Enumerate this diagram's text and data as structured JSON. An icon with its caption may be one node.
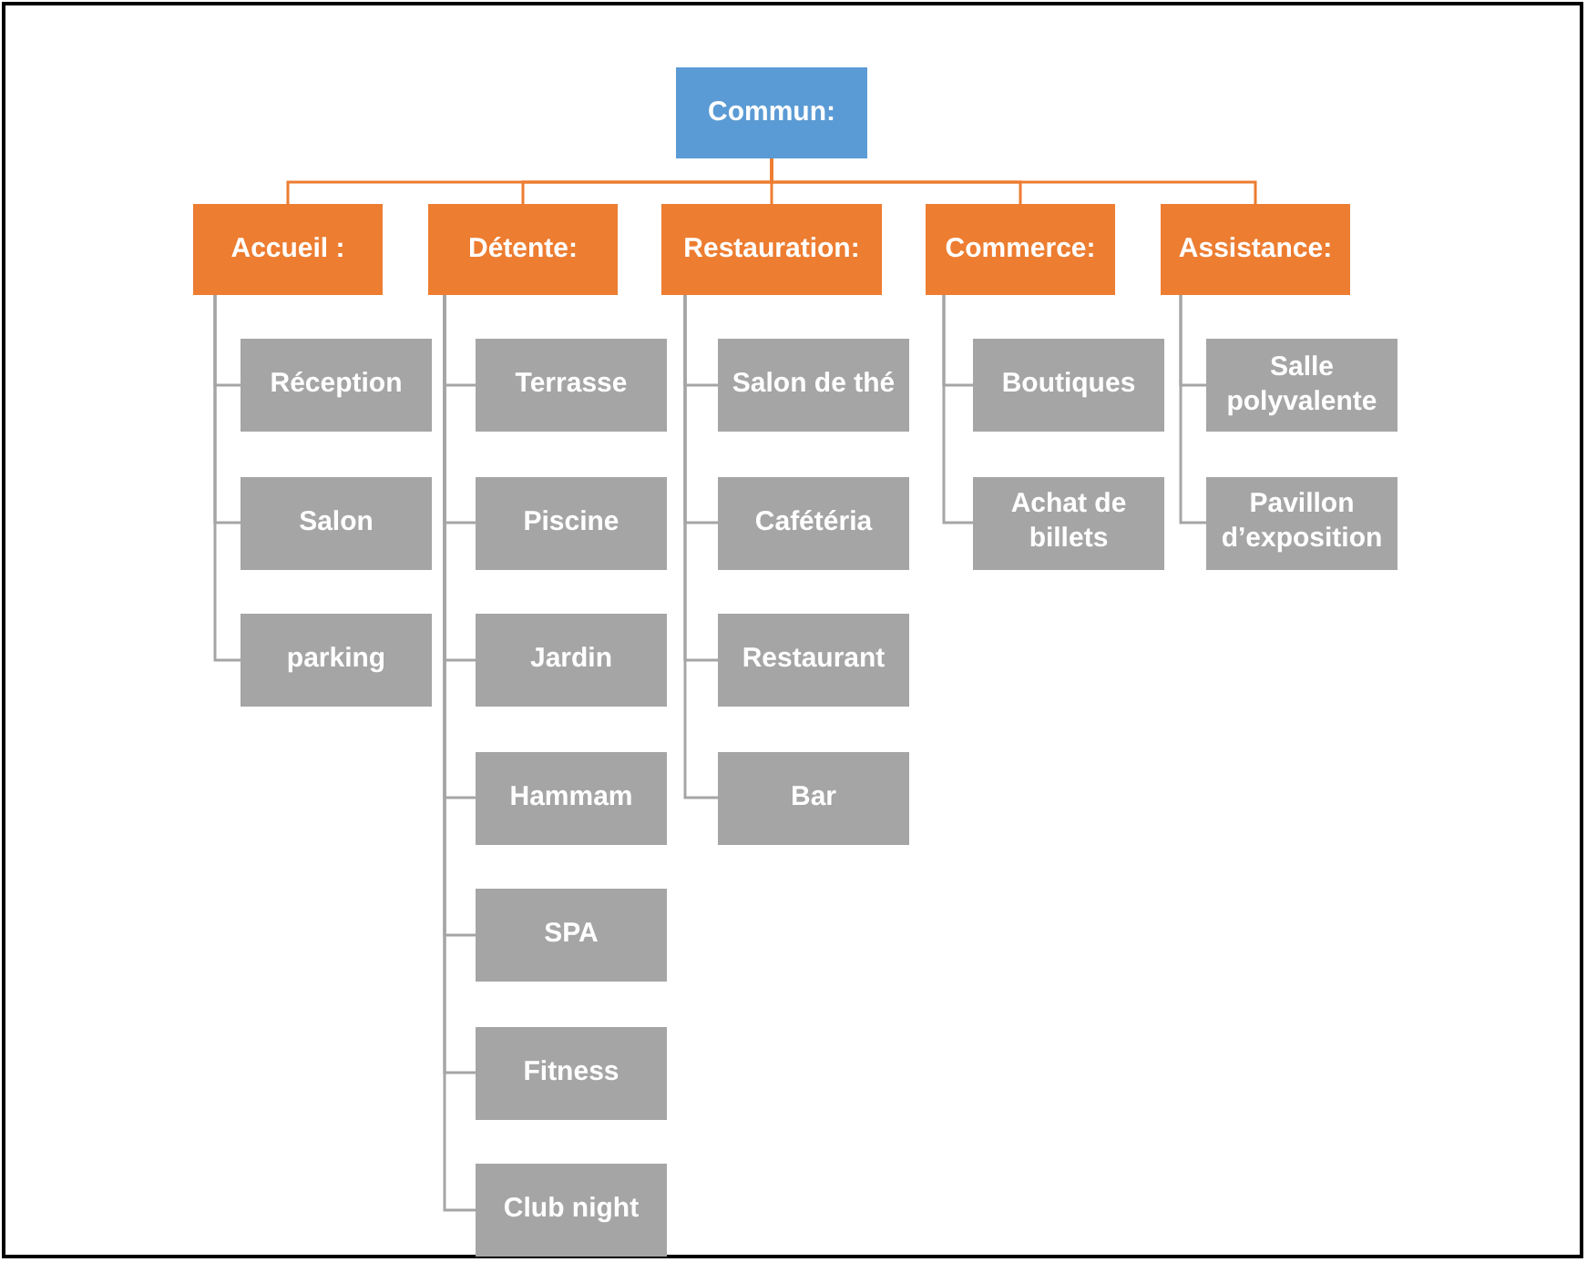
{
  "diagram": {
    "nodes": [
      {
        "text": [
          "Commun:"
        ]
      },
      {
        "text": [
          "Accueil :"
        ]
      },
      {
        "text": [
          "Détente:"
        ]
      },
      {
        "text": [
          "Restauration:"
        ]
      },
      {
        "text": [
          "Commerce:"
        ]
      },
      {
        "text": [
          "Assistance:"
        ]
      },
      {
        "text": [
          "Réception"
        ]
      },
      {
        "text": [
          "Salon"
        ]
      },
      {
        "text": [
          "parking"
        ]
      },
      {
        "text": [
          "Terrasse"
        ]
      },
      {
        "text": [
          "Piscine"
        ]
      },
      {
        "text": [
          "Jardin"
        ]
      },
      {
        "text": [
          "Hammam"
        ]
      },
      {
        "text": [
          "SPA"
        ]
      },
      {
        "text": [
          "Fitness"
        ]
      },
      {
        "text": [
          "Club night"
        ]
      },
      {
        "text": [
          "Salon de thé"
        ]
      },
      {
        "text": [
          "Cafétéria"
        ]
      },
      {
        "text": [
          "Restaurant"
        ]
      },
      {
        "text": [
          "Bar"
        ]
      },
      {
        "text": [
          "Boutiques"
        ]
      },
      {
        "text": [
          "Achat de billets"
        ]
      },
      {
        "text": [
          "Salle polyvalente"
        ]
      },
      {
        "text": [
          "Pavillon d’exposition"
        ]
      }
    ],
    "edges": [
      {
        "from": 0,
        "to": 1,
        "arrow": "none",
        "color": "#ed7d31"
      },
      {
        "from": 0,
        "to": 2,
        "arrow": "none",
        "color": "#ed7d31"
      },
      {
        "from": 0,
        "to": 3,
        "arrow": "none",
        "color": "#ed7d31"
      },
      {
        "from": 0,
        "to": 4,
        "arrow": "none",
        "color": "#ed7d31"
      },
      {
        "from": 0,
        "to": 5,
        "arrow": "none",
        "color": "#ed7d31"
      },
      {
        "from": 1,
        "to": 6,
        "arrow": "none"
      },
      {
        "from": 1,
        "to": 7,
        "arrow": "none"
      },
      {
        "from": 1,
        "to": 8,
        "arrow": "none"
      },
      {
        "from": 2,
        "to": 9,
        "arrow": "none"
      },
      {
        "from": 2,
        "to": 10,
        "arrow": "none"
      },
      {
        "from": 2,
        "to": 11,
        "arrow": "none"
      },
      {
        "from": 2,
        "to": 12,
        "arrow": "none"
      },
      {
        "from": 2,
        "to": 13,
        "arrow": "none"
      },
      {
        "from": 2,
        "to": 14,
        "arrow": "none"
      },
      {
        "from": 2,
        "to": 15,
        "arrow": "none"
      },
      {
        "from": 3,
        "to": 16,
        "arrow": "none"
      },
      {
        "from": 3,
        "to": 17,
        "arrow": "none"
      },
      {
        "from": 3,
        "to": 18,
        "arrow": "none"
      },
      {
        "from": 3,
        "to": 19,
        "arrow": "none"
      },
      {
        "from": 4,
        "to": 20,
        "arrow": "none"
      },
      {
        "from": 4,
        "to": 21,
        "arrow": "none"
      },
      {
        "from": 5,
        "to": 22,
        "arrow": "none"
      },
      {
        "from": 5,
        "to": 23,
        "arrow": "none"
      }
    ]
  }
}
